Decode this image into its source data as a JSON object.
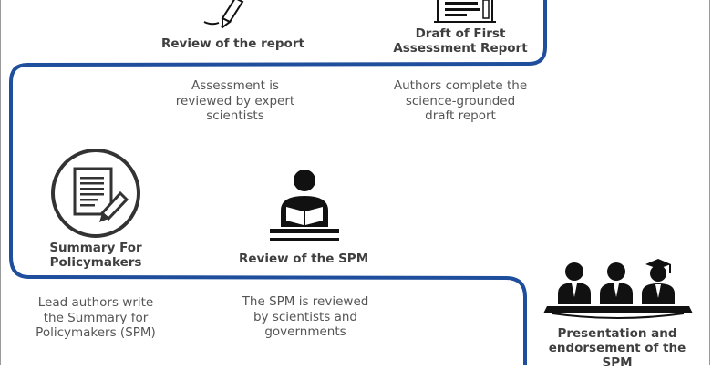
{
  "steps": [
    {
      "title": "Review of the report",
      "description": "Assessment is reviewed by expert scientists"
    },
    {
      "title": "Draft of First Assessment Report",
      "description": "Authors complete the science-grounded draft report"
    },
    {
      "title": "Summary For Policymakers",
      "description": "Lead authors write the Summary for Policymakers (SPM)"
    },
    {
      "title": "Review of the SPM",
      "description": "The SPM is reviewed by scientists and governments"
    },
    {
      "title": "Presentation and endorsement of the SPM",
      "description": ""
    }
  ],
  "labels": {
    "review_report_title": "Review of the report",
    "draft_title_1": "Draft of First",
    "draft_title_2": "Assessment Report",
    "review_desc_1": "Assessment is",
    "review_desc_2": "reviewed by expert",
    "review_desc_3": "scientists",
    "draft_desc_1": "Authors complete the",
    "draft_desc_2": "science-grounded",
    "draft_desc_3": "draft report",
    "summary_title_1": "Summary For",
    "summary_title_2": "Policymakers",
    "spm_review_title": "Review of the SPM",
    "summary_desc_1": "Lead authors write",
    "summary_desc_2": "the Summary for",
    "summary_desc_3": "Policymakers (SPM)",
    "spm_review_desc_1": "The SPM is reviewed",
    "spm_review_desc_2": "by scientists and",
    "spm_review_desc_3": "governments",
    "presentation_title_1": "Presentation and",
    "presentation_title_2": "endorsement of the",
    "presentation_title_3": "SPM"
  },
  "colors": {
    "path": "#1f4e9c",
    "icon": "#111111",
    "title_text": "#3f3f3f",
    "desc_text": "#555555"
  },
  "icons": {
    "review": "pencil-icon",
    "draft": "document-icon",
    "summary": "document-with-pen-icon",
    "spm_review": "person-reading-icon",
    "presentation": "panel-of-people-icon"
  }
}
